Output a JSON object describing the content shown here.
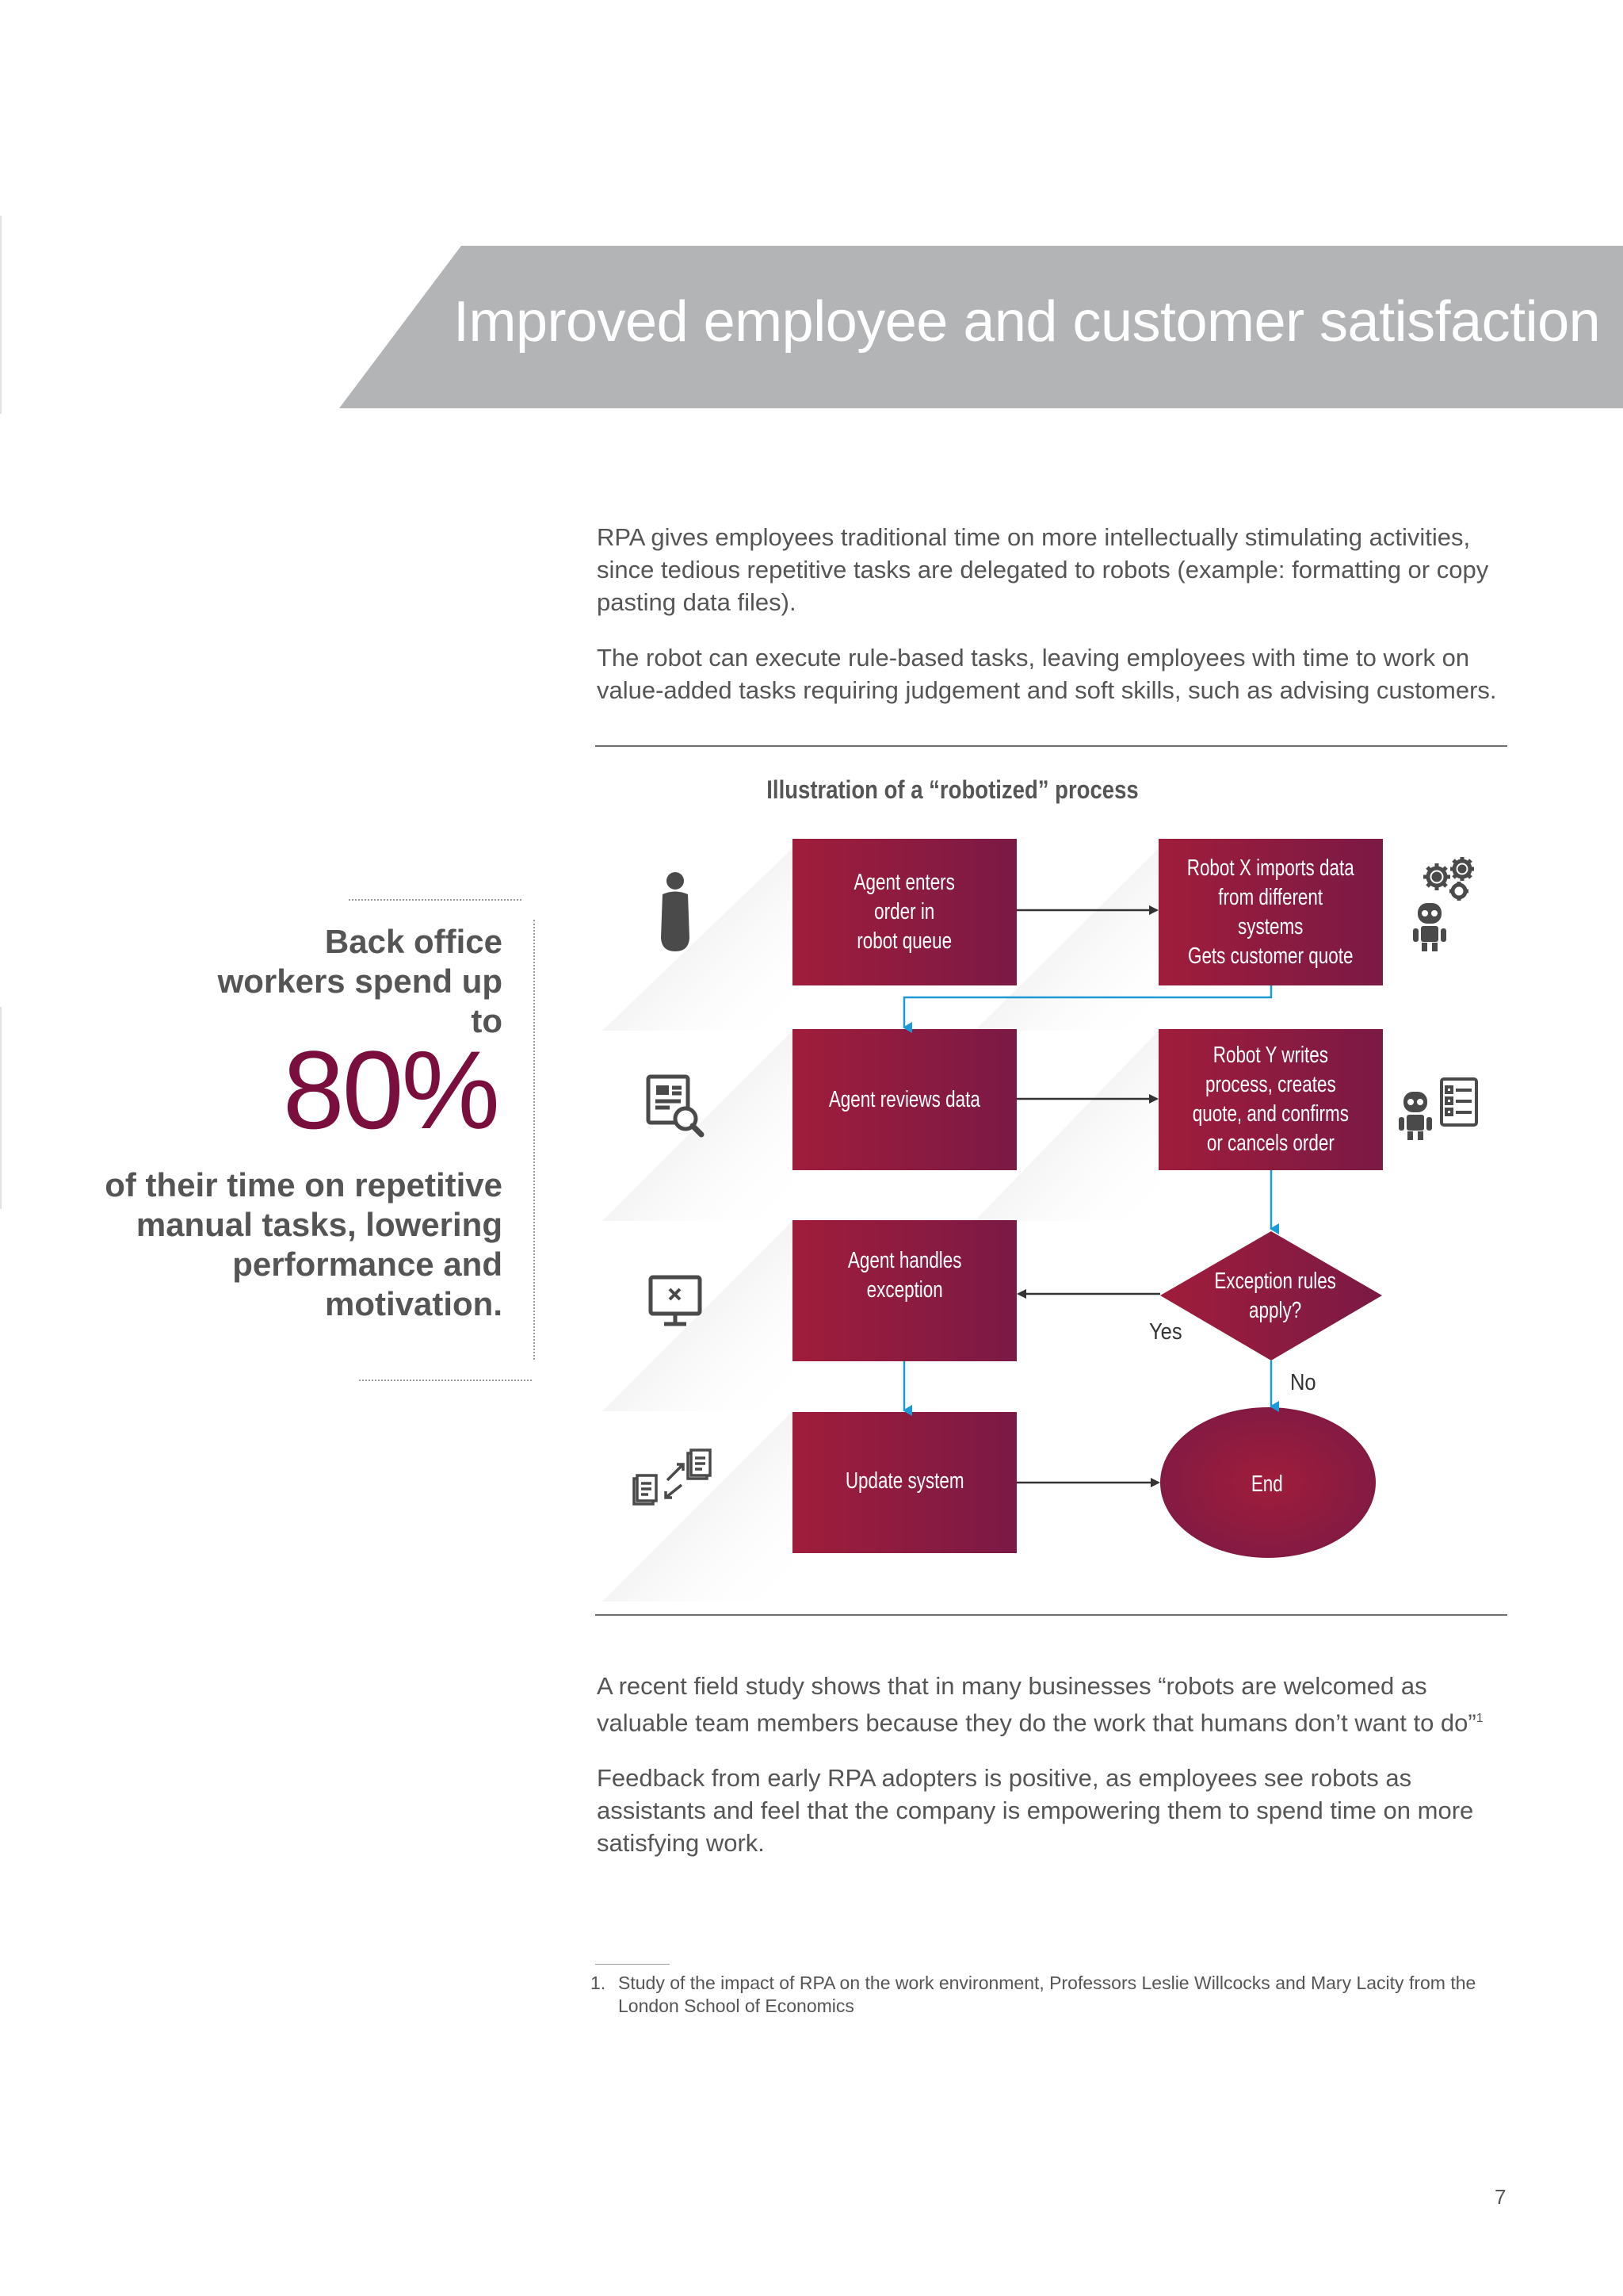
{
  "header": {
    "title": "Improved employee and customer satisfaction"
  },
  "intro": {
    "paragraphs": [
      "RPA gives employees traditional time on more intellectually stimulating activities, since tedious repetitive tasks are delegated to robots (example: formatting or copy pasting data files).",
      "The robot can execute rule-based tasks, leaving employees with time to work on value-added tasks requiring judgement and soft skills, such as advising customers."
    ]
  },
  "callout": {
    "lead": "Back office workers spend up to",
    "number": "80%",
    "tail": "of their time on repetitive manual tasks, lowering performance and motivation."
  },
  "diagram": {
    "title": "Illustration of a “robotized” process",
    "steps": {
      "agent_enters": [
        "Agent enters",
        "order in",
        "robot queue"
      ],
      "robot_x": [
        "Robot X imports data",
        "from different",
        "systems",
        "Gets customer quote"
      ],
      "agent_reviews": [
        "Agent reviews data"
      ],
      "robot_y": [
        "Robot Y writes",
        "process, creates",
        "quote, and confirms",
        "or cancels order"
      ],
      "agent_handles": [
        "Agent handles",
        "exception"
      ],
      "exception_rules": [
        "Exception rules",
        "apply?"
      ],
      "update_system": [
        "Update system"
      ],
      "end": [
        "End"
      ]
    },
    "yes_label": "Yes",
    "no_label": "No",
    "icons": {
      "row1_left": "person-icon",
      "row1_right": "robot-gears-icon",
      "row2_left": "document-search-icon",
      "row2_right": "robot-checklist-icon",
      "row3_left": "monitor-error-icon",
      "row4_left": "document-sync-icon"
    },
    "colors": {
      "box_dark": "#9a1b3d",
      "box_gradient_end": "#7a1a45",
      "connector_blue": "#1b9ad6",
      "connector_dark": "#333333",
      "banner_gray": "#b3b4b6",
      "accent_text": "#7a0f3d"
    }
  },
  "closing": {
    "paragraphs": [
      "A recent field study shows that in many businesses “robots are welcomed as valuable team members because they do the work that humans don’t want to do”",
      "Feedback from early RPA adopters is positive, as employees see robots as assistants and feel that the company is empowering them to spend time on more satisfying work."
    ],
    "superscript": "1"
  },
  "footnote": {
    "number": "1.",
    "text": "Study of the impact of RPA on the work environment, Professors Leslie Willcocks and Mary Lacity from the London School of Economics"
  },
  "page_number": "7"
}
